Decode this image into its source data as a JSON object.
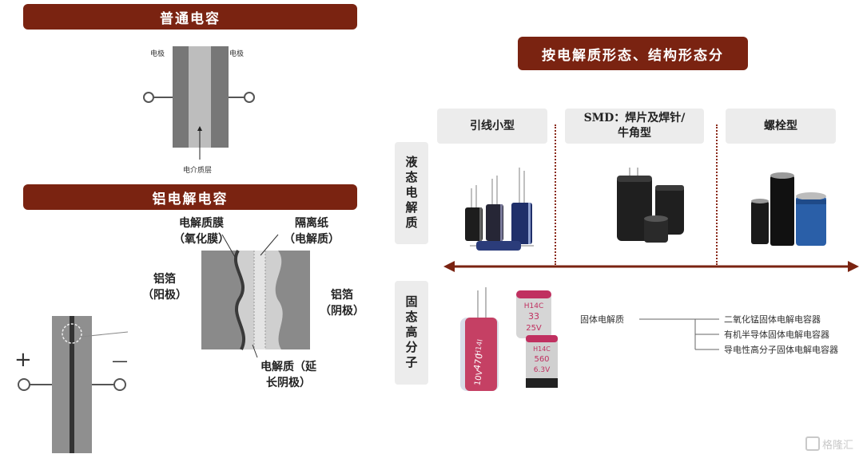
{
  "left": {
    "ordinary_title": "普通电容",
    "ordinary_electrode_left": "电极",
    "ordinary_electrode_right": "电极",
    "ordinary_dielectric": "电介质层",
    "aluminum_title": "铝电解电容",
    "oxide_film": "电解质膜",
    "oxide_film_note": "（氧化膜）",
    "separator": "隔离纸",
    "separator_note": "（电解质）",
    "anode_foil": "铝箔",
    "anode_note": "（阳极）",
    "cathode_foil": "铝箔",
    "cathode_note": "（阴极）",
    "electrolyte_line1": "电解质（延",
    "electrolyte_line2": "长阴极）",
    "plus_sign": "+",
    "minus_sign": "—"
  },
  "right": {
    "title": "按电解质形态、结构形态分",
    "categories": [
      "引线小型",
      "SMD：焊片及焊针/牛角型",
      "螺栓型"
    ],
    "category_smd_line1": "SMD：焊片及焊针/",
    "category_smd_line2": "牛角型",
    "row_liquid": "液态电解质",
    "row_solid": "固态高分子",
    "solid_root": "固体电解质",
    "solid_types": [
      "二氧化锰固体电解电容器",
      "有机半导体固体电解电容器",
      "导电性高分子固体电解电容器"
    ],
    "cap_labels": {
      "a": [
        "H14C",
        "33",
        "25V"
      ],
      "b": [
        "H14I",
        "470",
        "10V"
      ],
      "c": [
        "H14C",
        "560",
        "6.3V"
      ]
    }
  },
  "watermark": "格隆汇",
  "colors": {
    "banner": "#7a2311",
    "arrow": "#7a2311",
    "dotline": "#8a2a1a"
  }
}
